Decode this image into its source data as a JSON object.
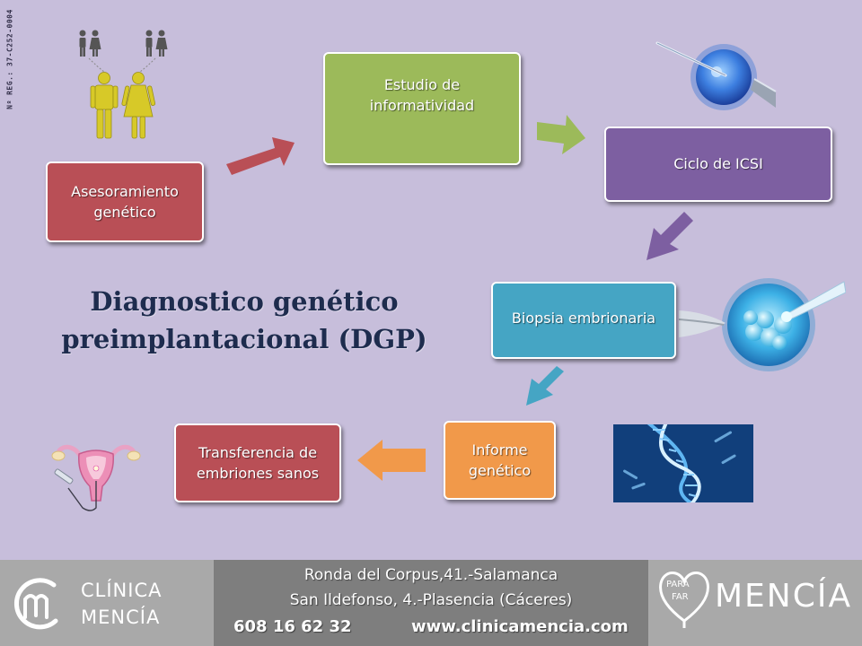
{
  "registry_code": "Nº REG.: 37-C252-0004",
  "title": {
    "line1": "Diagnostico genético",
    "line2": "preimplantacional (DGP)"
  },
  "steps": [
    {
      "label1": "Asesoramiento",
      "label2": "genético",
      "color": "#b94f56"
    },
    {
      "label1": "Estudio de",
      "label2": "informatividad",
      "color": "#9cba5a"
    },
    {
      "label1": "Ciclo de ICSI",
      "label2": "",
      "color": "#7d5fa1"
    },
    {
      "label1": "Biopsia embrionaria",
      "label2": "",
      "color": "#45a5c4"
    },
    {
      "label1": "Informe",
      "label2": "genético",
      "color": "#f1994a"
    },
    {
      "label1": "Transferencia de",
      "label2": "embriones sanos",
      "color": "#b94f56"
    }
  ],
  "footer": {
    "clinic_logo_text1": "CLÍNICA",
    "clinic_logo_text2": "MENCÍA",
    "address1": "Ronda del Corpus,41.-Salamanca",
    "address2": "San Ildefonso, 4.-Plasencia (Cáceres)",
    "phone": "608 16 62 32",
    "website": "www.clinicamencia.com",
    "brand_small1": "PARA",
    "brand_small2": "FAR",
    "brand_name": "MENCÍA"
  },
  "colors": {
    "background": "#c7bedb",
    "title": "#1e2c4e",
    "footer_dark": "#7e7e7e",
    "footer_light": "#a9a9a9"
  },
  "icons": [
    "family-icon",
    "oocyte-icsi-icon",
    "embryo-biopsy-icon",
    "dna-icon",
    "uterus-transfer-icon"
  ]
}
